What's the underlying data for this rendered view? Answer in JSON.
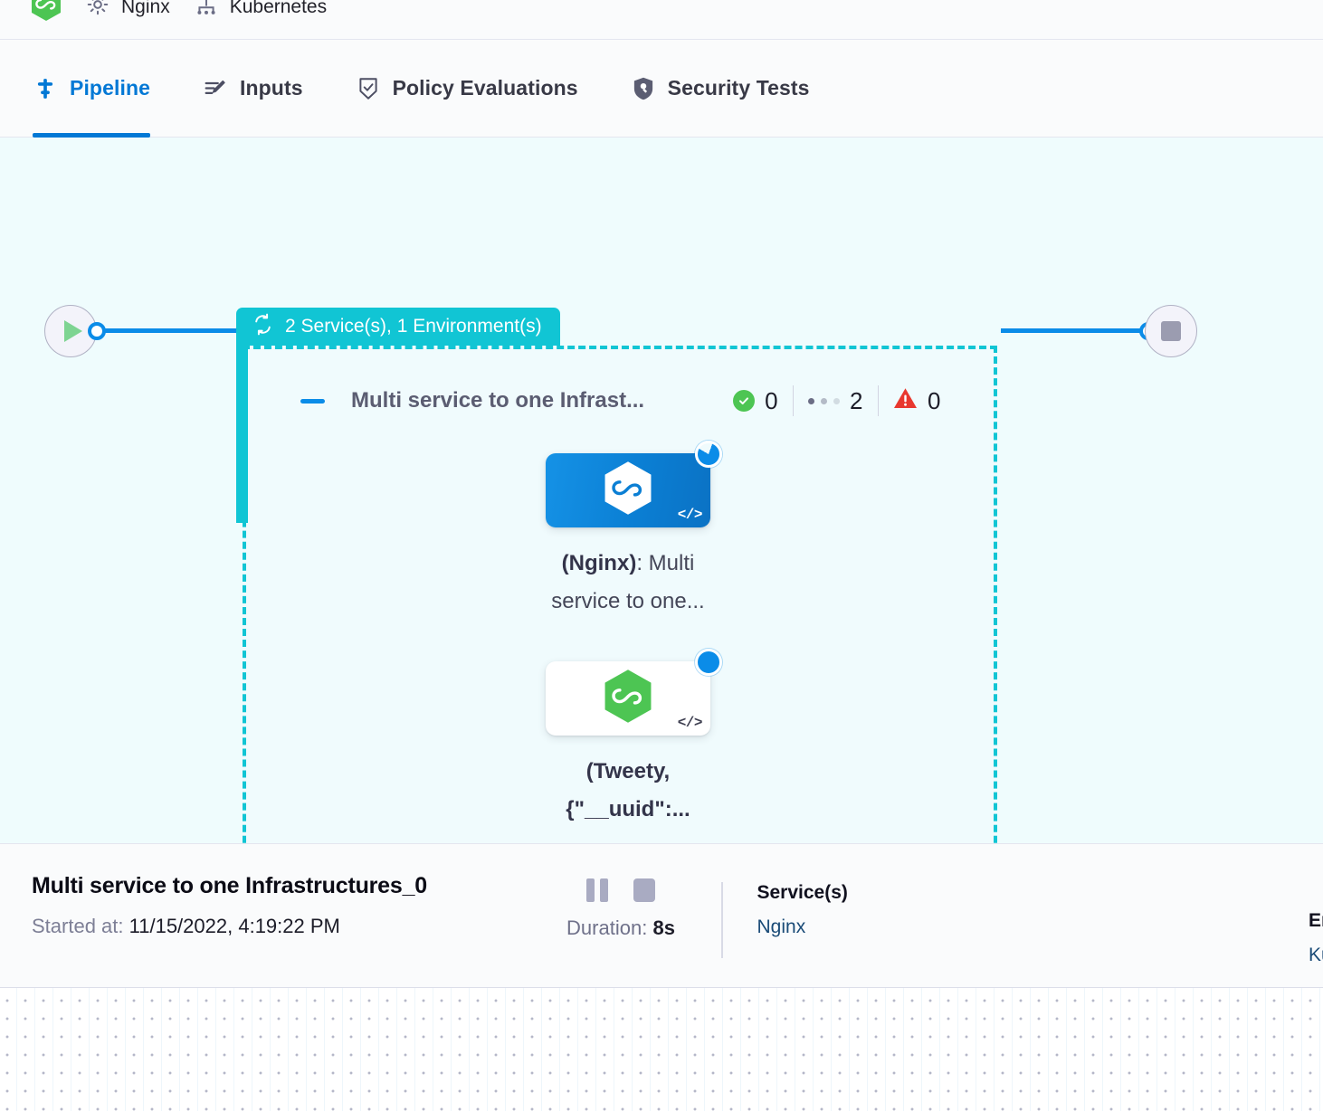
{
  "breadcrumb": {
    "items": [
      {
        "icon": "harness-hexagon-logo",
        "label": ""
      },
      {
        "icon": "gear-icon",
        "label": "Nginx"
      },
      {
        "icon": "infrastructure-icon",
        "label": "Kubernetes"
      }
    ]
  },
  "tabs": [
    {
      "label": "Pipeline",
      "icon": "pipeline-icon",
      "active": true
    },
    {
      "label": "Inputs",
      "icon": "inputs-pencil-icon",
      "active": false
    },
    {
      "label": "Policy Evaluations",
      "icon": "policy-shield-check-icon",
      "active": false
    },
    {
      "label": "Security Tests",
      "icon": "security-shield-icon",
      "active": false
    }
  ],
  "graph": {
    "start_node": {
      "icon": "play-icon"
    },
    "end_node": {
      "icon": "stop-icon"
    },
    "group": {
      "header_label": "2 Service(s), 1 Environment(s)",
      "header_icon": "matrix-loop-icon",
      "header_color": "#11c5d4",
      "title": "Multi service to one Infrast...",
      "collapse_icon": "minus-collapse-icon",
      "status": {
        "success_icon": "check-circle-icon",
        "success_count": "0",
        "running_icon": "three-dots-icon",
        "running_count": "2",
        "error_icon": "warning-triangle-icon",
        "error_count": "0"
      },
      "steps": [
        {
          "name_prefix": "(Nginx)",
          "name_suffix": ": Multi",
          "name_line2": "service to one...",
          "card_style": "blue",
          "logo_icon": "harness-hexagon-logo-white",
          "code_icon": "code-brackets-icon",
          "badge": "running-spinner-badge"
        },
        {
          "name_prefix": "(Tweety,",
          "name_suffix": "",
          "name_line2": "{\"__uuid\":...",
          "card_style": "white",
          "logo_icon": "harness-hexagon-logo-green",
          "code_icon": "code-brackets-icon",
          "badge": "running-solid-badge"
        }
      ]
    }
  },
  "detail": {
    "title": "Multi service to one Infrastructures_0",
    "started_label": "Started at:",
    "started_value": "11/15/2022, 4:19:22 PM",
    "pause_icon": "pause-icon",
    "stop_icon": "stop-icon",
    "duration_label": "Duration:",
    "duration_value": "8s",
    "services_head": "Service(s)",
    "services_value": "Nginx",
    "environments_head": "Envi",
    "environments_value": "Kube"
  },
  "colors": {
    "accent_blue": "#0278d5",
    "wire_blue": "#0b8ce8",
    "teal": "#11c5d4",
    "canvas_bg": "#effcfd",
    "success_green": "#4dc553",
    "error_red": "#e8382f"
  }
}
